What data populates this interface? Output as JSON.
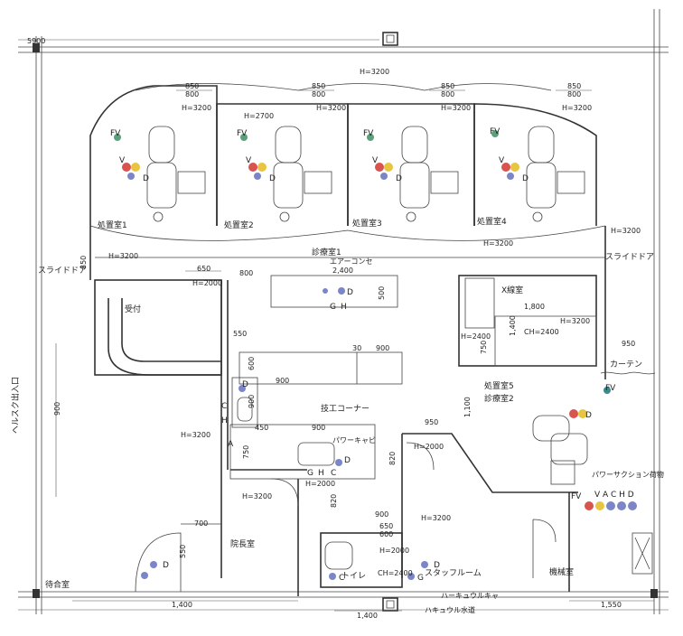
{
  "rooms": {
    "treat1": "処置室1",
    "treat2": "処置室2",
    "treat3": "処置室3",
    "treat4": "処置室4",
    "treat5": "処置室5",
    "exam1": "診療室1",
    "exam2": "診療室2",
    "xray": "X線室",
    "reception": "受付",
    "lab": "技工コーナー",
    "director": "院長室",
    "waiting": "待合室",
    "staff": "スタッフルーム",
    "toilet": "トイレ",
    "machine": "機械室",
    "curtain": "カーテン",
    "slide_left": "スライドドア",
    "slide_right": "スライドドア",
    "entrance_vertical": "ヘルスク出入口"
  },
  "heights": {
    "h3200": "H=3200",
    "h2700": "H=2700",
    "h2000": "H=2000",
    "h2400": "H=2400",
    "ch2400": "CH=2400"
  },
  "dims": {
    "d5900": "5900",
    "d850": "850",
    "d800": "800",
    "d650": "650",
    "d550": "550",
    "d600": "600",
    "d900": "900",
    "d500": "500",
    "d750": "750",
    "d450": "450",
    "d950": "950",
    "d820": "820",
    "d700": "700",
    "d1400": "1,400",
    "d1550": "1,550",
    "d1800": "1,800",
    "d1100": "1,100",
    "d30": "30",
    "d1400v": "1,400",
    "d1400b": "1,400",
    "d2400": "2,400"
  },
  "outlets": {
    "fv": "FV",
    "vac": "V",
    "a": "A",
    "g": "G",
    "d": "D",
    "h": "H",
    "c": "C",
    "vachd": "V A C H D"
  },
  "notes": {
    "note_top": "エアーコンセ",
    "note_sink": "パワーキャビ",
    "note_right": "パワーサクション荷物",
    "note_bottom1": "ハーキュウルキャ",
    "note_bottom2": "ハキュウル水道"
  },
  "colors": {
    "outlet_red": "#d9534f",
    "outlet_yellow": "#e8c440",
    "outlet_blue": "#7a86c8",
    "outlet_green": "#5aa07a",
    "outlet_teal": "#3c8a8a",
    "h_label": "#4a5fa8"
  }
}
